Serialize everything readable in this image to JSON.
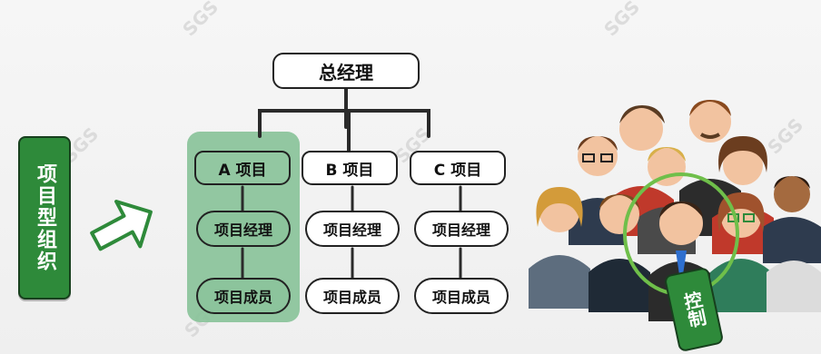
{
  "diagram": {
    "side_label": "项目型组织",
    "top_node": "总经理",
    "projects": [
      {
        "name": "A 项目",
        "manager": "项目经理",
        "member": "项目成员"
      },
      {
        "name": "B 项目",
        "manager": "项目经理",
        "member": "项目成员"
      },
      {
        "name": "C 项目",
        "manager": "项目经理",
        "member": "项目成员"
      }
    ],
    "control_label": "控制",
    "watermark": "SGS"
  },
  "colors": {
    "accent_green": "#2e8a3a",
    "highlight_green": "#8cc49c"
  }
}
